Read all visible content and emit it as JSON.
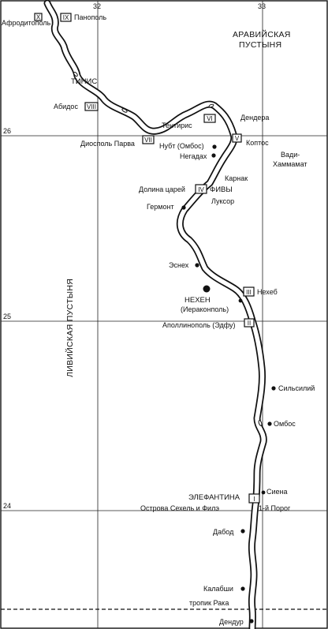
{
  "grid": {
    "longitude_labels": [
      "32",
      "33"
    ],
    "latitude_labels": [
      "26",
      "25",
      "24"
    ]
  },
  "regions": {
    "arabian_desert": [
      "АРАВИЙСКАЯ",
      "ПУСТЫНЯ"
    ],
    "libyan_desert": "ЛИВИЙСКАЯ ПУСТЫНЯ",
    "wadi": [
      "Вади-",
      "Хаммамат"
    ]
  },
  "nomes": [
    "X",
    "IX",
    "VIII",
    "VII",
    "VI",
    "V",
    "IV",
    "III",
    "II",
    "I"
  ],
  "places": {
    "aphroditopolis": "Афродитополь",
    "panopolis": "Панополь",
    "thinis": "ТИНИС",
    "abydos": "Абидос",
    "diospolis_parva": "Диосполь Парва",
    "tentyris": "Тентирис",
    "dendera": "Дендера",
    "koptos": "Коптос",
    "nubt": "Нубт (Омбос)",
    "negada": "Негадах",
    "karnak": "Карнак",
    "valley_kings": "Долина царей",
    "thebes": "ФИВЫ",
    "luxor": "Луксор",
    "hermonthis": "Гермонт",
    "esna": "Эснех",
    "nekhen": "НЕХЕН",
    "hierakonpolis": "(Иераконполь)",
    "nekheb": "Нехеб",
    "apollinopolis": "Аполлинополь (Эдфу)",
    "silsila": "Сильсилий",
    "ombos": "Омбос",
    "elephantine": "ЭЛЕФАНТИНА",
    "syene": "Сиена",
    "islands": "Острова Сехель и Филэ",
    "cataract": "1-й Порог",
    "dabod": "Дабод",
    "kalabsha": "Калабши",
    "tropic": "тропик Рака",
    "dendur": "Дендур"
  }
}
